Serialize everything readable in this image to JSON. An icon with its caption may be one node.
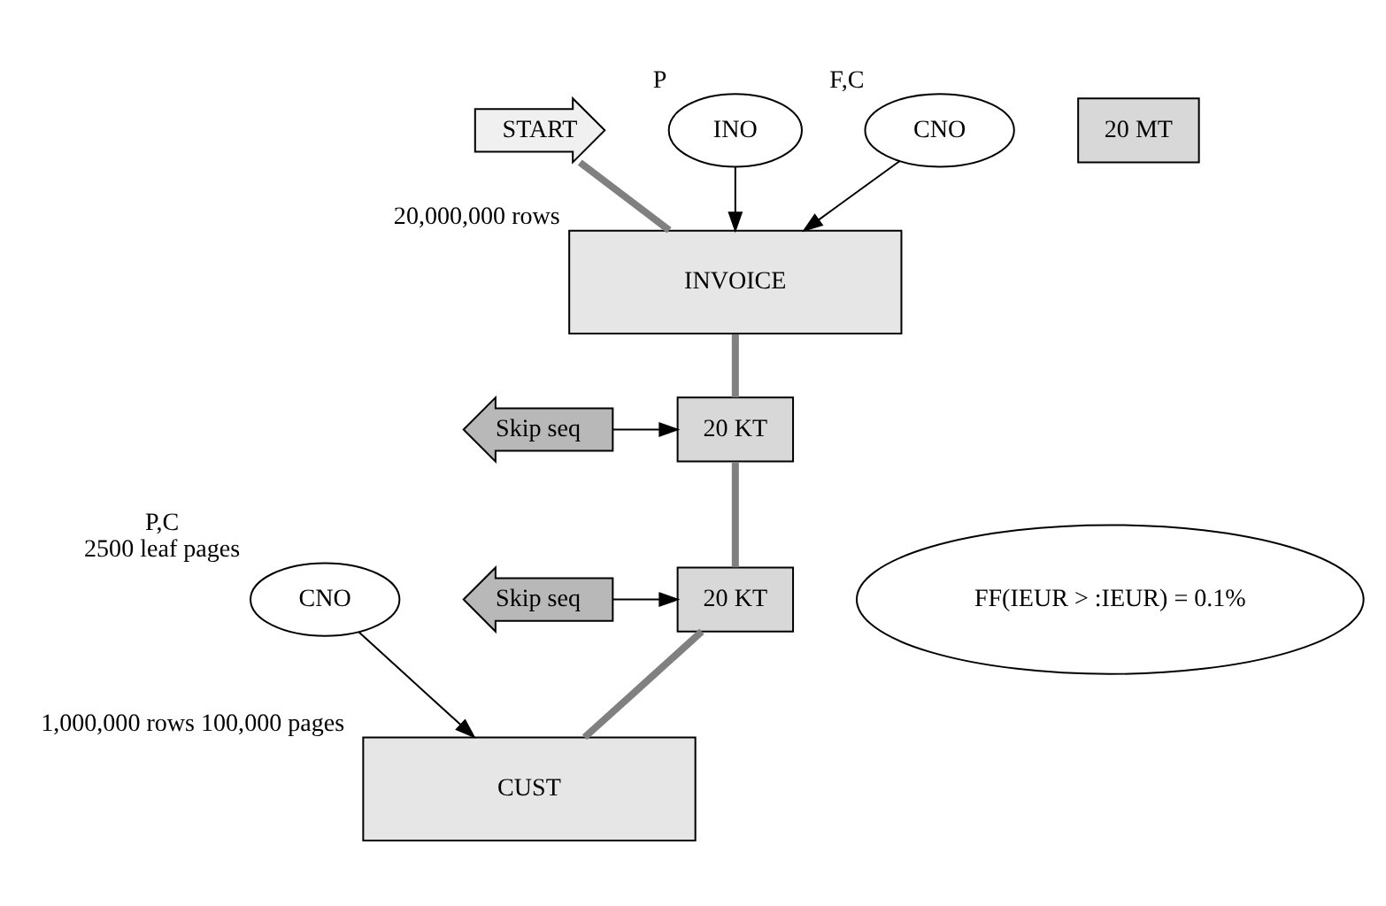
{
  "diagram": {
    "nodes": [
      {
        "text": [
          "START"
        ]
      },
      {
        "text": [
          "INO"
        ],
        "beside": [
          "P"
        ]
      },
      {
        "text": [
          "CNO"
        ],
        "beside": [
          "F,C"
        ]
      },
      {
        "text": [
          "20 MT"
        ]
      },
      {
        "text": [
          "INVOICE"
        ],
        "beside": [
          "20,000,000 rows"
        ]
      },
      {
        "text": [
          "20 KT"
        ]
      },
      {
        "text": [
          "Skip seq"
        ]
      },
      {
        "text": [
          "CNO"
        ],
        "beside": [
          "P,C",
          "2500 leaf pages"
        ]
      },
      {
        "text": [
          "20 KT"
        ]
      },
      {
        "text": [
          "Skip seq"
        ]
      },
      {
        "text": [
          "CUST"
        ],
        "beside": [
          "1,000,000 rows 100,000 pages"
        ]
      },
      {
        "text": [
          "FF(IEUR > :IEUR) = 0.1%"
        ]
      }
    ],
    "edges": [
      {
        "from": 1,
        "to": 4,
        "arrow": "to"
      },
      {
        "from": 2,
        "to": 4,
        "arrow": "to"
      },
      {
        "from": 7,
        "to": 10,
        "arrow": "to"
      },
      {
        "from": 0,
        "to": 4,
        "arrow": "none",
        "style": "thick",
        "color": "#808080"
      },
      {
        "from": 4,
        "to": 5,
        "arrow": "none",
        "style": "thick",
        "color": "#808080"
      },
      {
        "from": 5,
        "to": 8,
        "arrow": "none",
        "style": "thick",
        "color": "#808080"
      },
      {
        "from": 8,
        "to": 10,
        "arrow": "none",
        "style": "thick",
        "color": "#808080"
      },
      {
        "from": 6,
        "to": 5,
        "arrow": "to"
      },
      {
        "from": 9,
        "to": 8,
        "arrow": "to"
      }
    ]
  }
}
